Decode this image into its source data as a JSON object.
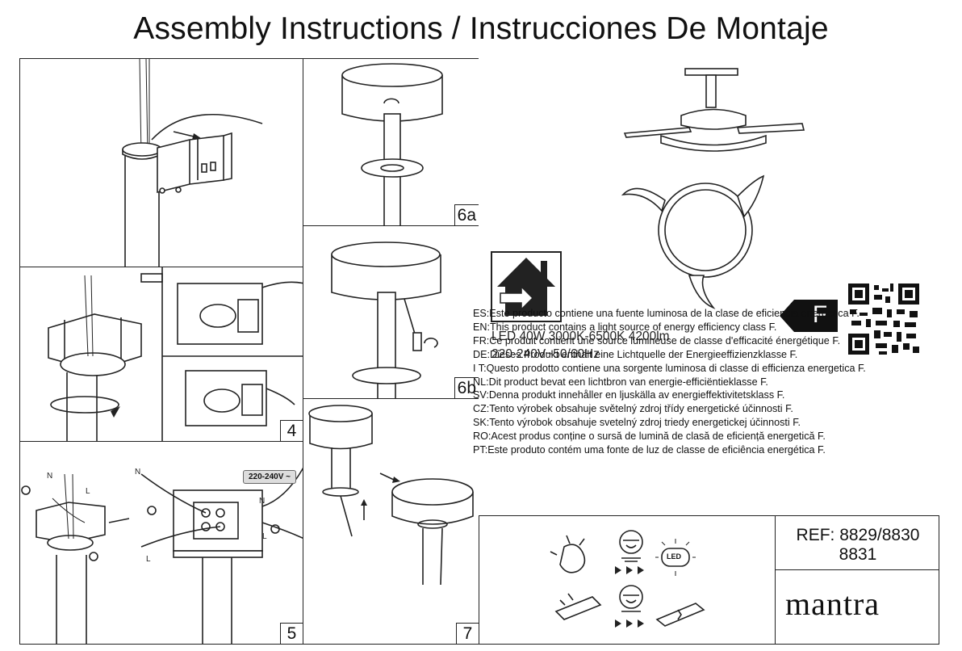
{
  "title": "Assembly Instructions / Instrucciones De Montaje",
  "steps": {
    "s4": "4",
    "s5": "5",
    "s6a": "6a",
    "s6b": "6b",
    "s7": "7"
  },
  "wiring": {
    "voltage_badge": "220-240V ~",
    "n": "N",
    "l": "L"
  },
  "product": {
    "spec_line1": "LED 40W 3000K-6500K 4200lm",
    "spec_line2": "220-240V~50/60Hz",
    "energy_class": "F"
  },
  "energy_statements": [
    "ES:Este producto contiene una fuente luminosa de la clase de eficiencia energética F.",
    "EN:This product contains a light source of energy efficiency class  F.",
    "FR:Ce produit contient une source lumineuse de classe d'efficacité énergétique F.",
    "DE:Dieses Produkt enthält eine Lichtquelle der Energieeffizienzklasse F.",
    "I T:Questo prodotto contiene una sorgente luminosa di classe di efficienza energetica F.",
    "NL:Dit product bevat een lichtbron van energie-efficiëntieklasse F.",
    "SV:Denna produkt innehåller en ljuskälla av energieffektivitetsklass F.",
    "CZ:Tento výrobek obsahuje světelný zdroj třídy energetické účinnosti F.",
    "SK:Tento výrobok obsahuje svetelný zdroj triedy energetickej účinnosti F.",
    "RO:Acest produs conține o sursă de lumină de clasă de eficiență energetică F.",
    "PT:Este produto contém uma fonte de luz de classe de eficiência energética F."
  ],
  "ref": {
    "line1": "REF: 8829/8830",
    "line2": "8831"
  },
  "brand": "mantra",
  "icons": {
    "led_label": "LED",
    "warning": "house-arrow-icon",
    "qr": "qr-code-icon"
  }
}
